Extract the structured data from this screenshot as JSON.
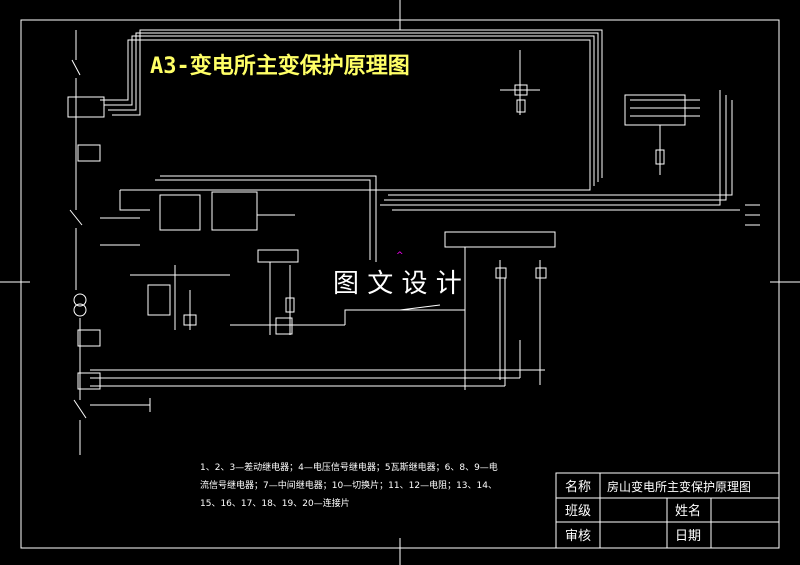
{
  "title": "A3-变电所主变保护原理图",
  "watermark": "图 文 设 计",
  "notes": [
    "1、2、3—差动继电器；4—电压信号继电器；5瓦斯继电器；6、8、9—电",
    "流信号继电器；7—中间继电器；10—切换片；11、12—电阻；13、14、",
    "15、16、17、18、19、20—连接片"
  ],
  "title_block": {
    "name_label": "名称",
    "name_value": "房山变电所主变保护原理图",
    "class_label": "班级",
    "student_label": "姓名",
    "review_label": "审核",
    "date_label": "日期"
  },
  "colors": {
    "background": "#000000",
    "lines": "#ffffff",
    "title": "#ffff66",
    "marker": "#ff00ff"
  }
}
